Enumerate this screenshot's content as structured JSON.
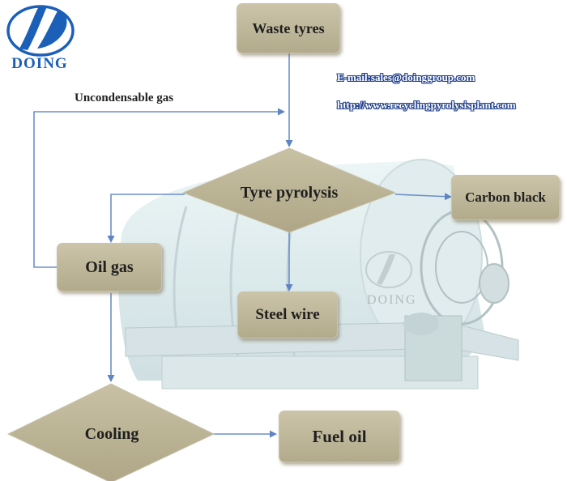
{
  "brand": {
    "logo_text": "DOING",
    "watermark_text": "DOING"
  },
  "contact": {
    "email": "E-mail:sales@doinggroup.com",
    "url": "http://www.recyclingpyrolysisplant.com"
  },
  "nodes": {
    "waste_tyres": "Waste tyres",
    "tyre_pyrolysis": "Tyre pyrolysis",
    "carbon_black": "Carbon black",
    "oil_gas": "Oil gas",
    "steel_wire": "Steel wire",
    "cooling": "Cooling",
    "fuel_oil": "Fuel oil"
  },
  "edges": {
    "uncondensable_gas": "Uncondensable gas"
  },
  "colors": {
    "node_fill": "#bdb698",
    "arrow": "#6b8fc9",
    "brand_blue": "#1c5fb8"
  }
}
